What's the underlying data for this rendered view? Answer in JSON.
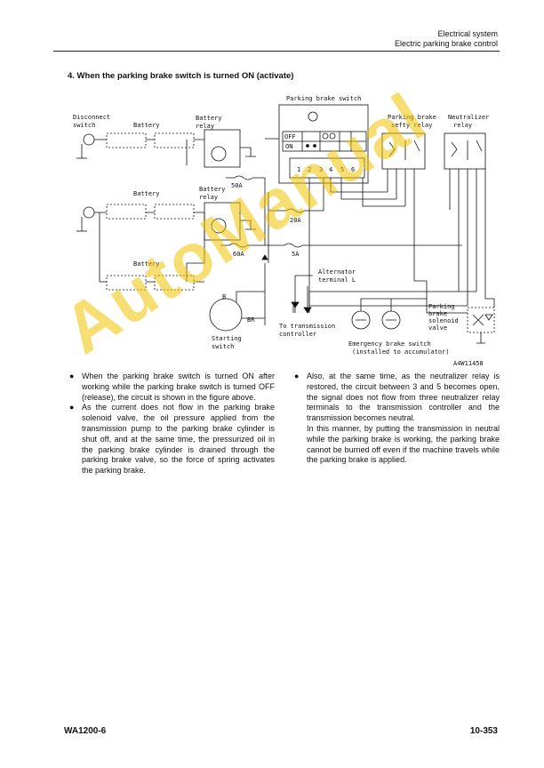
{
  "header": {
    "line1": "Electrical system",
    "line2": "Electric parking brake control"
  },
  "section_title": "4. When the parking brake switch is turned ON (activate)",
  "diagram": {
    "labels": {
      "parking_brake_switch": "Parking brake switch",
      "disconnect_switch_1": "Disconnect",
      "disconnect_switch_2": "switch",
      "battery": "Battery",
      "battery_relay_1": "Battery",
      "battery_relay_2": "relay",
      "safety_relay_1": "Parking brake",
      "safety_relay_2": "sefty relay",
      "neutralizer_relay_1": "Neutralizer",
      "neutralizer_relay_2": "relay",
      "off": "OFF",
      "on": "ON",
      "f50a": "50A",
      "f20a": "20A",
      "f60a": "60A",
      "f5a": "5A",
      "alternator_1": "Alternator",
      "alternator_2": "terminal L",
      "to_transmission_1": "To transmission",
      "to_transmission_2": "controller",
      "starting_switch_1": "Starting",
      "starting_switch_2": "switch",
      "br": "BR",
      "b": "B",
      "brake_solenoid_1": "Parking",
      "brake_solenoid_2": "brake",
      "brake_solenoid_3": "solenoid",
      "brake_solenoid_4": "valve",
      "emergency_switch_1": "Emergency brake switch",
      "emergency_switch_2": "(installed to accumulator)",
      "figure_code": "A4W11458",
      "pins": [
        "1",
        "2",
        "3",
        "4",
        "5",
        "6"
      ]
    }
  },
  "left_column": {
    "bullet1": "When the parking brake switch is turned ON after working while the parking brake switch is turned OFF (release), the circuit is shown in the figure above.",
    "bullet2": "As the current does not flow in the parking brake solenoid valve, the oil pressure applied from the transmission pump to the parking brake cylinder is shut off, and at the same time, the pressurized oil in the parking brake cylinder is drained through the parking brake valve, so the force of spring activates the parking brake."
  },
  "right_column": {
    "bullet1": "Also, at the same time, as the neutralizer relay is restored, the circuit between 3 and 5 becomes open, the signal does not flow from three neutralizer relay terminals to the transmission controller and the transmission becomes neutral.",
    "para": "In this manner, by putting the transmission in neutral while the parking brake is working, the parking brake cannot be burned off even if the machine travels while the parking brake is applied."
  },
  "bullet_symbol": "●",
  "watermark": "AutoManual",
  "footer": {
    "model": "WA1200-6",
    "page": "10-353"
  }
}
